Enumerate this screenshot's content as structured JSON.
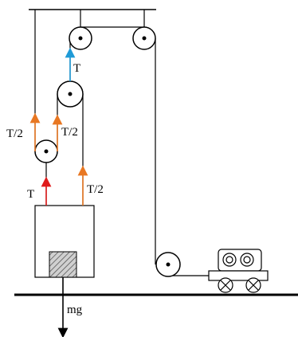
{
  "diagram": {
    "labels": {
      "rope_top_tension": "T",
      "left_rope_tension": "T/2",
      "middle_rope_tension": "T/2",
      "box_attachment_tension": "T",
      "right_rope_tension": "T/2",
      "weight": "mg"
    },
    "colors": {
      "rope": "#000000",
      "pulley_fill": "#ffffff",
      "arrow_blue": "#1f9bd7",
      "arrow_orange": "#e87722",
      "arrow_red": "#e01b1b",
      "arrow_black": "#000000",
      "hatch_fill": "#cccccc"
    }
  }
}
